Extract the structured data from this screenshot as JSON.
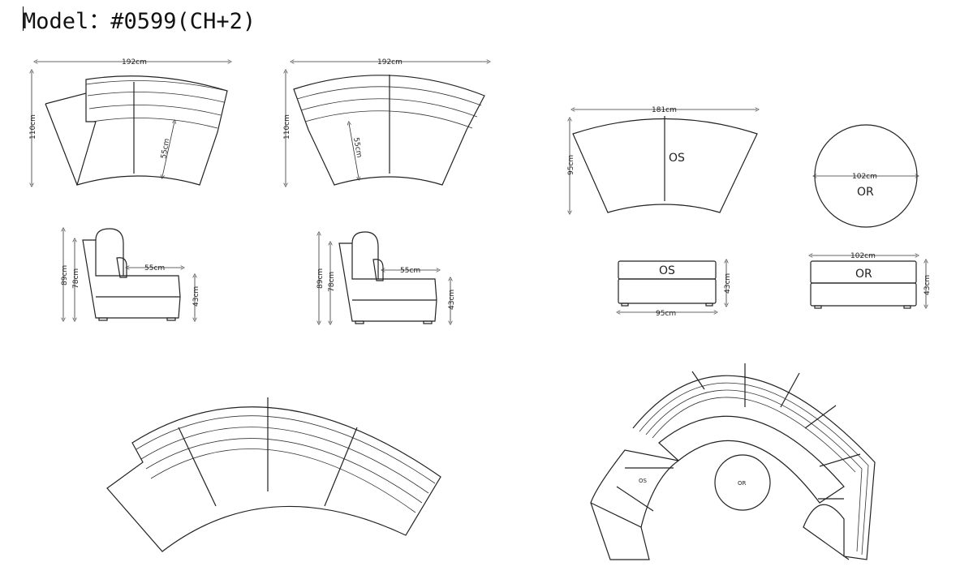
{
  "title": "Model：#0599(CH+2)",
  "dims": {
    "width_192": "192cm",
    "width_192b": "192cm",
    "depth_110": "110cm",
    "depth_110b": "110cm",
    "seat_55a": "55cm",
    "seat_55b": "55cm",
    "height_89a": "89cm",
    "height_78a": "78cm",
    "seat_depth_55a": "55cm",
    "height_43a": "43cm",
    "height_89b": "89cm",
    "height_78b": "78cm",
    "seat_depth_55b": "55cm",
    "height_43b": "43cm",
    "os_width": "181cm",
    "os_depth": "95cm",
    "or_diameter": "102cm",
    "os_front_width": "95cm",
    "os_height": "43cm",
    "or_front_width": "102cm",
    "or_height": "43cm"
  },
  "labels": {
    "os": "OS",
    "or": "OR",
    "os_front": "OS",
    "or_front": "OR",
    "os_small": "OS",
    "or_small": "OR"
  }
}
